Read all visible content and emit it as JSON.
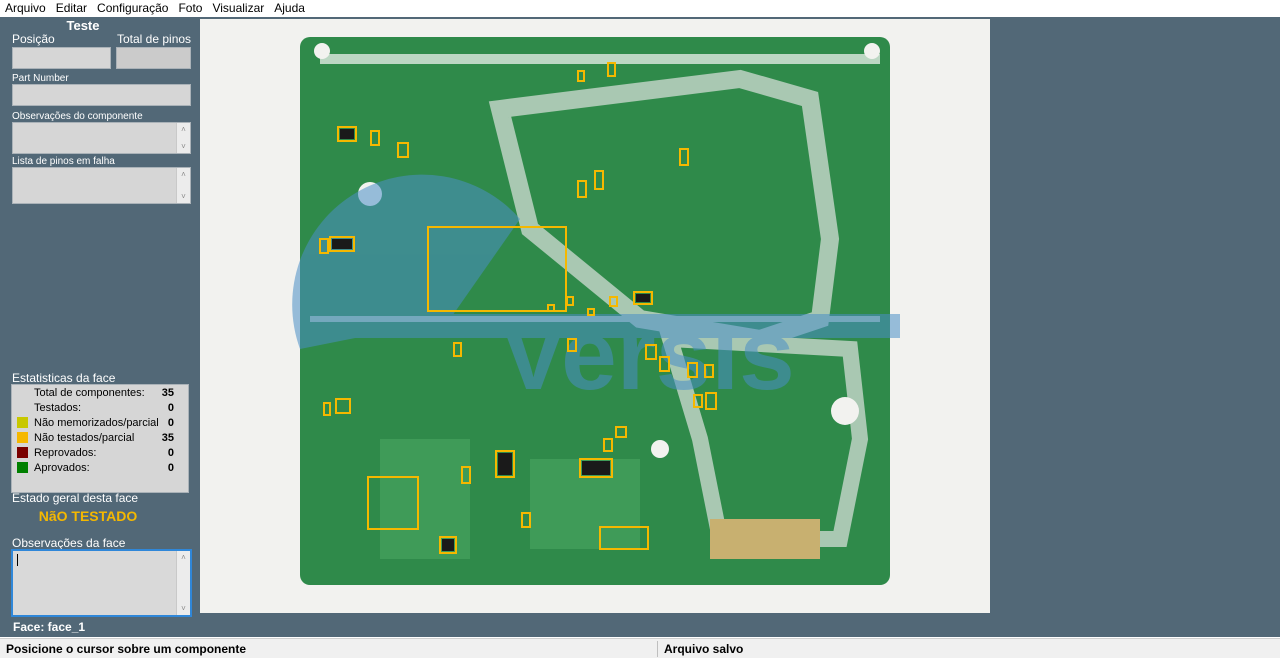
{
  "menu": {
    "items": [
      "Arquivo",
      "Editar",
      "Configuração",
      "Foto",
      "Visualizar",
      "Ajuda"
    ]
  },
  "left_panel": {
    "title": "Teste",
    "position_label": "Posição",
    "total_pins_label": "Total de pinos",
    "part_number_label": "Part Number",
    "component_notes_label": "Observações do componente",
    "failed_pins_label": "Lista de pinos em falha",
    "stats_title": "Estatisticas da face",
    "stats": [
      {
        "label": "Total de componentes:",
        "value": "35",
        "color": null
      },
      {
        "label": "Testados:",
        "value": "0",
        "color": null
      },
      {
        "label": "Não memorizados/parcial",
        "value": "0",
        "color": "#c8c800"
      },
      {
        "label": "Não testados/parcial",
        "value": "35",
        "color": "#f5b800"
      },
      {
        "label": "Reprovados:",
        "value": "0",
        "color": "#7a0000"
      },
      {
        "label": "Aprovados:",
        "value": "0",
        "color": "#008000"
      }
    ],
    "overall_label": "Estado geral desta face",
    "overall_value": "NãO TESTADO",
    "face_notes_label": "Observações da face",
    "face_name": "Face: face_1"
  },
  "image": {
    "watermark_text": "Versis",
    "board_color": "#2f8a4a",
    "highlight_color": "#f5b800"
  },
  "status": {
    "left": "Posicione o cursor sobre um componente",
    "right": "Arquivo salvo"
  }
}
